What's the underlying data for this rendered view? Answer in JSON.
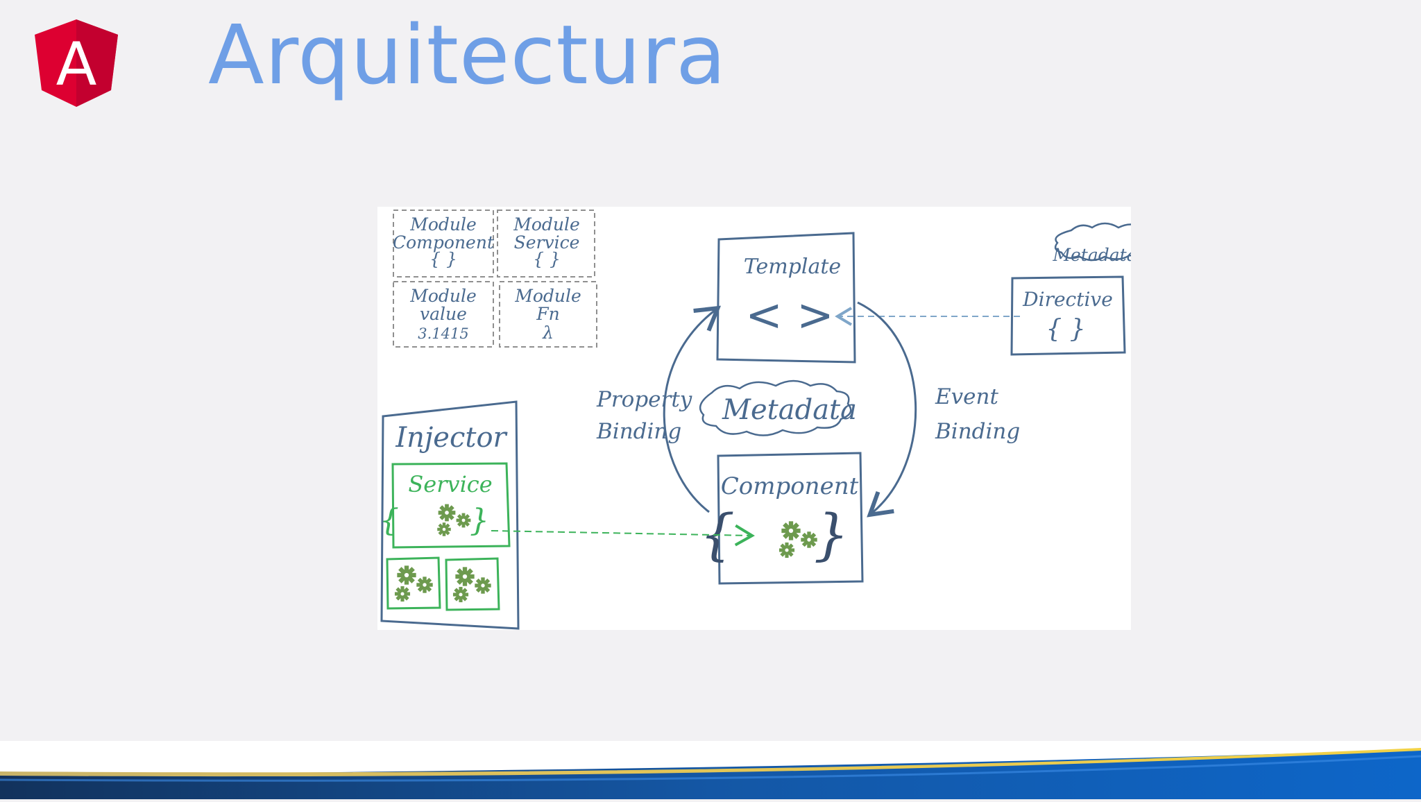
{
  "slide": {
    "title": "Arquitectura",
    "logo": {
      "letter": "A",
      "icon": "angular-shield-icon",
      "color": "#dd0031"
    },
    "accent_color": "#6f9fe6"
  },
  "diagram": {
    "modules": [
      {
        "label": "Module",
        "sub": "Component",
        "symbol": "{ }"
      },
      {
        "label": "Module",
        "sub": "Service",
        "symbol": "{ }"
      },
      {
        "label": "Module",
        "sub": "value",
        "symbol": "3.1415"
      },
      {
        "label": "Module",
        "sub": "Fn",
        "symbol": "λ"
      }
    ],
    "template": {
      "label": "Template",
      "symbol": "< >"
    },
    "directive": {
      "metadata_label": "Metadata",
      "label": "Directive",
      "symbol": "{ }"
    },
    "center_metadata": "Metadata",
    "property_binding": [
      "Property",
      "Binding"
    ],
    "event_binding": [
      "Event",
      "Binding"
    ],
    "injector": {
      "label": "Injector",
      "service_label": "Service",
      "service_symbol": "{ }"
    },
    "component": {
      "label": "Component",
      "symbol": "{ }"
    },
    "colors": {
      "ink": "#4a6a8f",
      "green": "#3cb35a",
      "gear": "#6d9a4e",
      "dash": "#8f8f8f"
    }
  }
}
